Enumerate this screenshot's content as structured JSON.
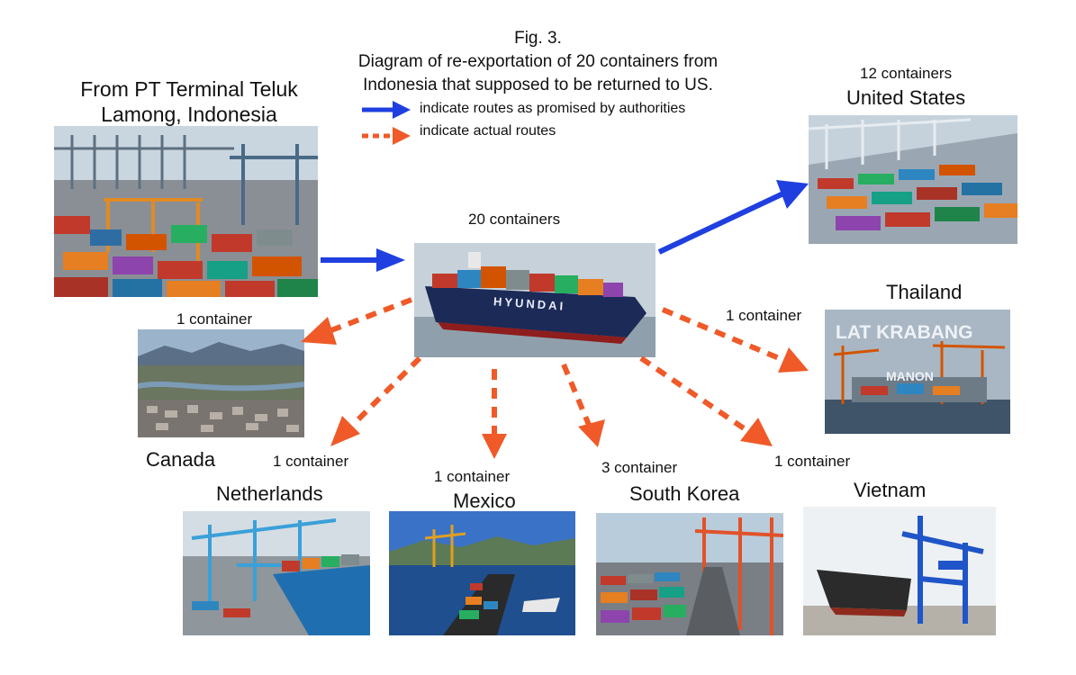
{
  "caption": {
    "fig": "Fig. 3.",
    "line1": "Diagram of re-exportation of 20 containers from",
    "line2": "Indonesia that supposed to be returned to US."
  },
  "legend": {
    "promised": "indicate routes as promised by authorities",
    "actual": "indicate actual routes",
    "promised_color": "#1f3fe0",
    "actual_color": "#ef5a28"
  },
  "source": {
    "title_line1": "From PT Terminal Teluk",
    "title_line2": "Lamong, Indonesia"
  },
  "ship": {
    "count_label": "20 containers",
    "hull_text": "HYUNDAI"
  },
  "destinations": {
    "us": {
      "name": "United States",
      "count": "12 containers"
    },
    "thailand": {
      "name": "Thailand",
      "count": "1 container",
      "sign_line1": "LAT KRABANG",
      "sign_line2": "MANON"
    },
    "canada": {
      "name": "Canada",
      "count": "1 container"
    },
    "netherlands": {
      "name": "Netherlands",
      "count": "1 container"
    },
    "mexico": {
      "name": "Mexico",
      "count": "1 container"
    },
    "south_korea": {
      "name": "South Korea",
      "count": "3 container"
    },
    "vietnam": {
      "name": "Vietnam",
      "count": "1 container"
    }
  }
}
